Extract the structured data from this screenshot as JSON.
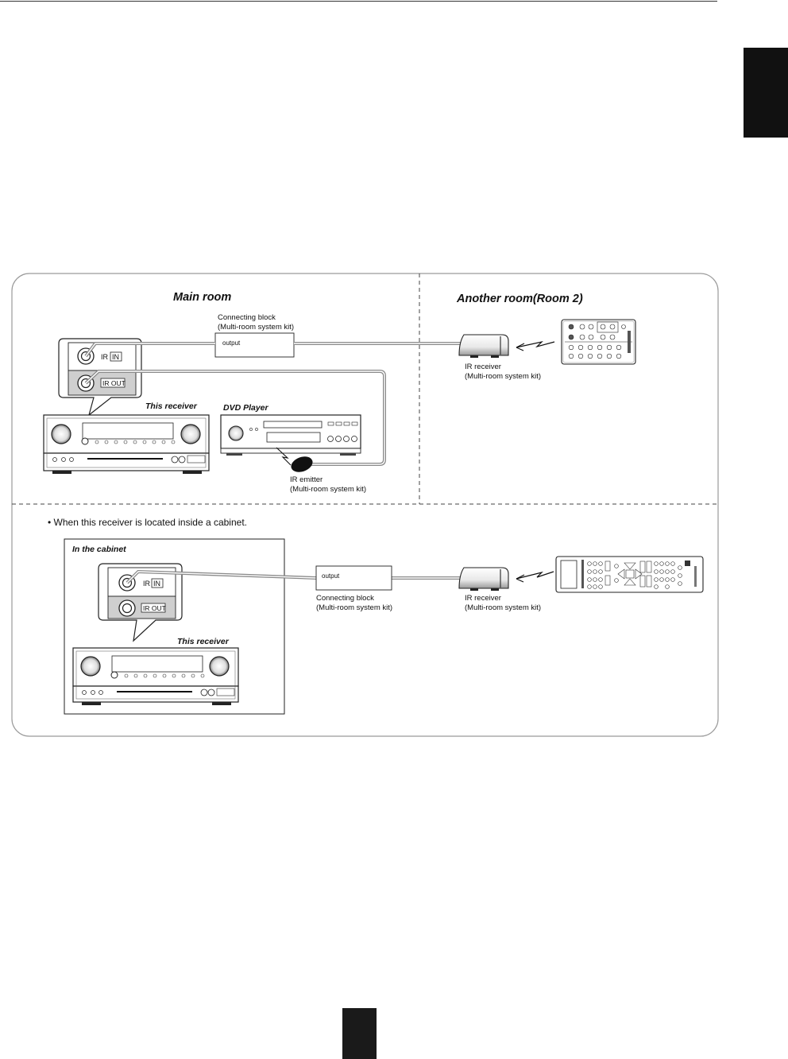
{
  "main_room": {
    "title": "Main room",
    "connecting_block_label": "Connecting block",
    "connecting_block_kit": "(Multi-room system kit)",
    "output_label": "output",
    "ir_in": "IN",
    "ir_out": "IR OUT",
    "ir_prefix": "IR",
    "this_receiver": "This receiver",
    "dvd_player": "DVD Player",
    "ir_emitter_label": "IR emitter",
    "ir_emitter_kit": "(Multi-room system kit)"
  },
  "room2": {
    "title": "Another room(Room 2)",
    "ir_receiver_label": "IR receiver",
    "ir_receiver_kit": "(Multi-room system kit)"
  },
  "cabinet_section": {
    "note": "• When this receiver is located inside a cabinet.",
    "in_cabinet": "In the cabinet",
    "ir_prefix": "IR",
    "ir_in": "IN",
    "ir_out": "IR OUT",
    "this_receiver": "This receiver",
    "output_label": "output",
    "connecting_block_label": "Connecting block",
    "connecting_block_kit": "(Multi-room system kit)",
    "ir_receiver_label": "IR receiver",
    "ir_receiver_kit": "(Multi-room system kit)"
  },
  "colors": {
    "frame": "#9a9a9a",
    "cable": "#777777",
    "page_tab": "#111111"
  }
}
